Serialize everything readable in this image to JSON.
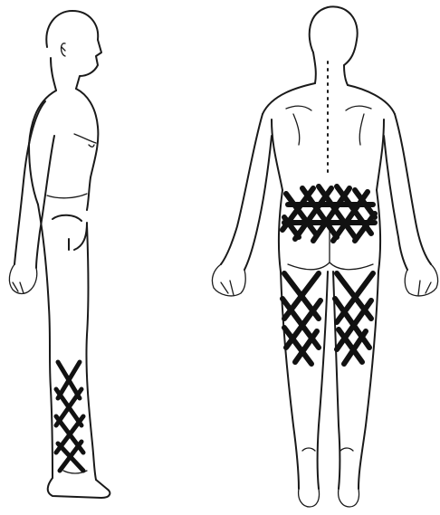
{
  "figure": {
    "views": [
      {
        "name": "side-view",
        "pain_regions": [
          "lower-leg"
        ]
      },
      {
        "name": "back-view",
        "pain_regions": [
          "lower-back",
          "back-of-thighs"
        ]
      }
    ],
    "colors": {
      "outline": "#1a1a1a",
      "hatch": "#111111",
      "background": "#ffffff"
    }
  }
}
